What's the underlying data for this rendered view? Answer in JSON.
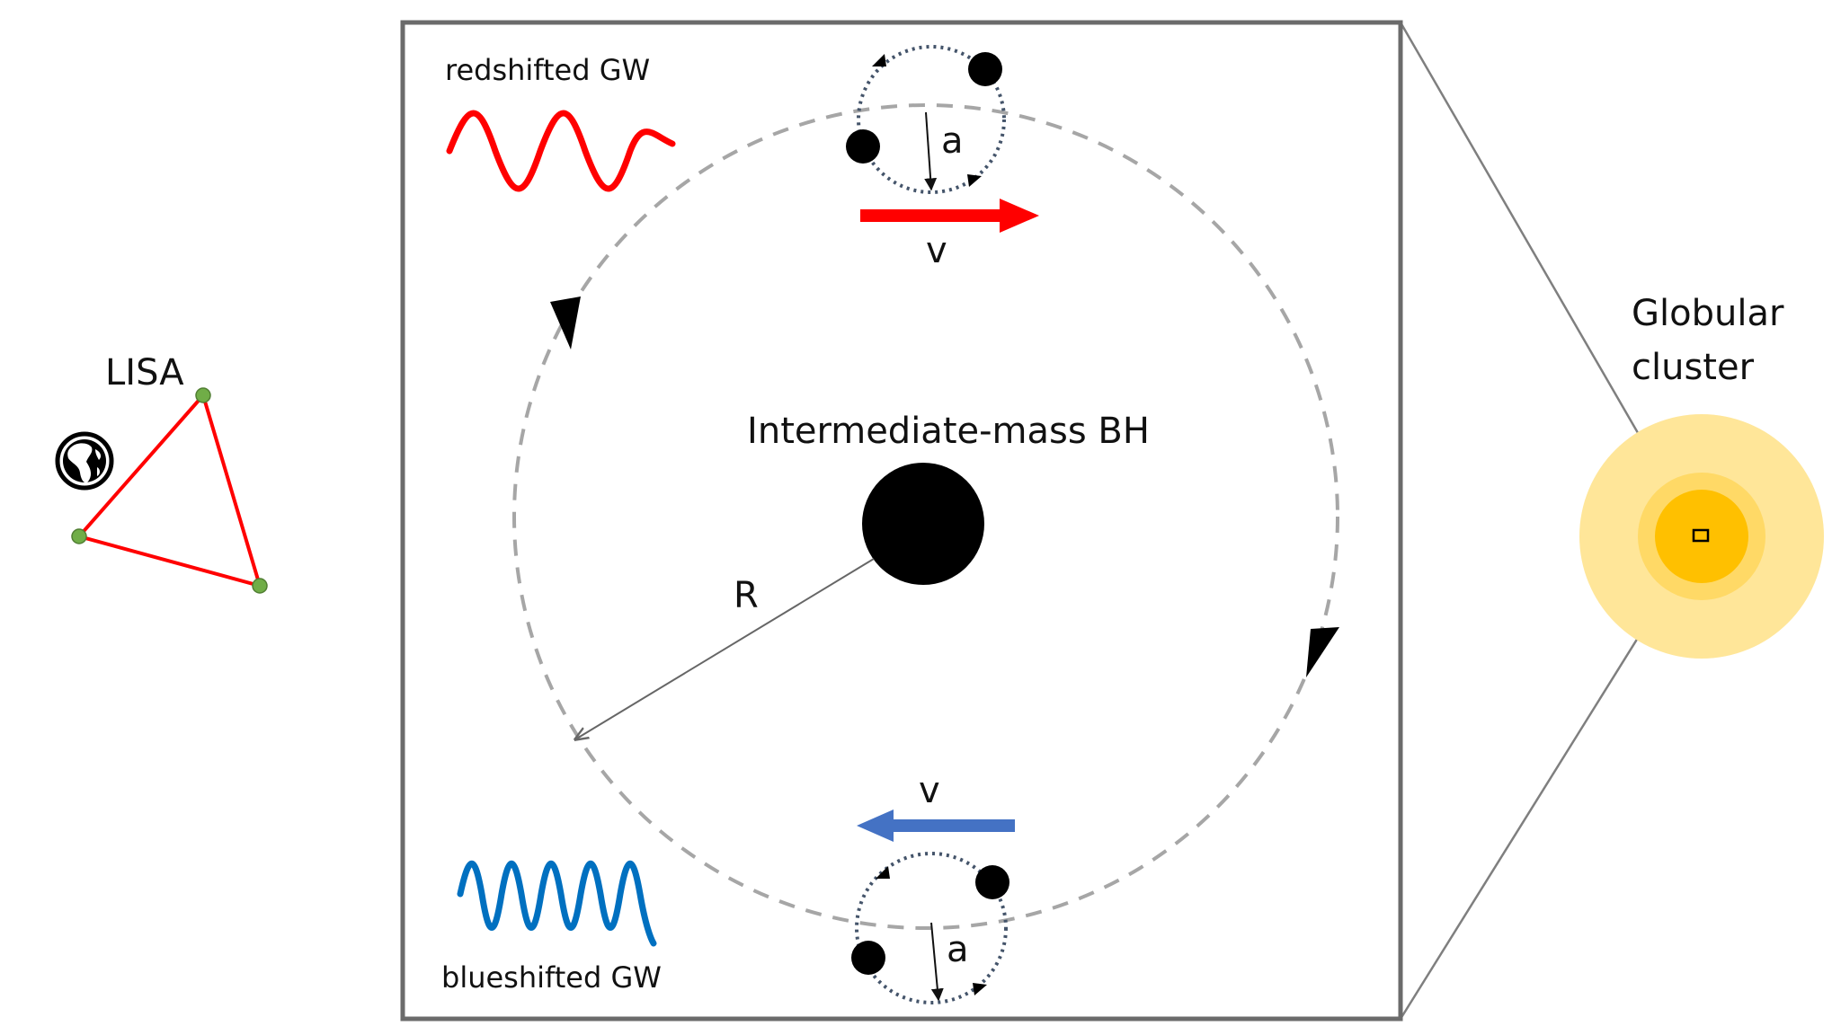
{
  "labels": {
    "lisa": "LISA",
    "imbh": "Intermediate-mass BH",
    "radius": "R",
    "velocity_top": "v",
    "velocity_bottom": "v",
    "separation_top": "a",
    "separation_bottom": "a",
    "redshifted": "redshifted GW",
    "blueshifted": "blueshifted GW",
    "cluster_line1": "Globular",
    "cluster_line2": "cluster"
  },
  "colors": {
    "red": "#ff0000",
    "blue_arrow": "#4472c4",
    "blue_wave": "#0070c0",
    "lisa_node": "#70ad47",
    "orbit": "#a6a6a6",
    "binary_orbit": "#44546a",
    "frame": "#6b6b6b",
    "cluster_outer": "#ffe699",
    "cluster_mid": "#ffd966",
    "cluster_core": "#ffc000"
  },
  "icons": {
    "earth": "earth-globe-icon"
  }
}
